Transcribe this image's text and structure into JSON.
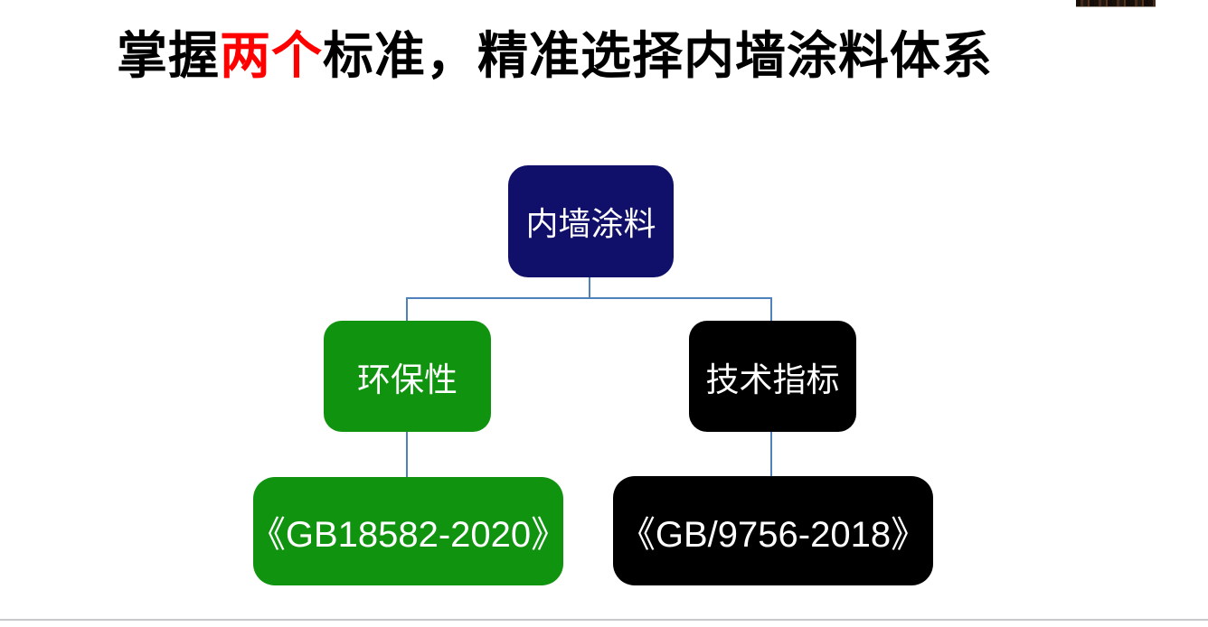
{
  "slide": {
    "title": {
      "prefix": "掌握",
      "highlight": "两个",
      "suffix": "标准，精准选择内墙涂料体系",
      "highlight_color": "#ff0000",
      "text_color": "#000000"
    },
    "diagram": {
      "root": {
        "label": "内墙涂料",
        "color": "#10106a",
        "text_color": "#ffffff"
      },
      "branches": [
        {
          "category": {
            "label": "环保性",
            "color": "#109410",
            "text_color": "#ffffff"
          },
          "standard": {
            "label": "《GB18582-2020》",
            "color": "#109410",
            "text_color": "#ffffff"
          }
        },
        {
          "category": {
            "label": "技术指标",
            "color": "#000000",
            "text_color": "#ffffff"
          },
          "standard": {
            "label": "《GB/9756-2018》",
            "color": "#000000",
            "text_color": "#ffffff"
          }
        }
      ],
      "connector_color": "#4f81bd"
    },
    "corner_logo": "partial-logo-strip",
    "footer_divider_color": "#c8c8cc"
  }
}
